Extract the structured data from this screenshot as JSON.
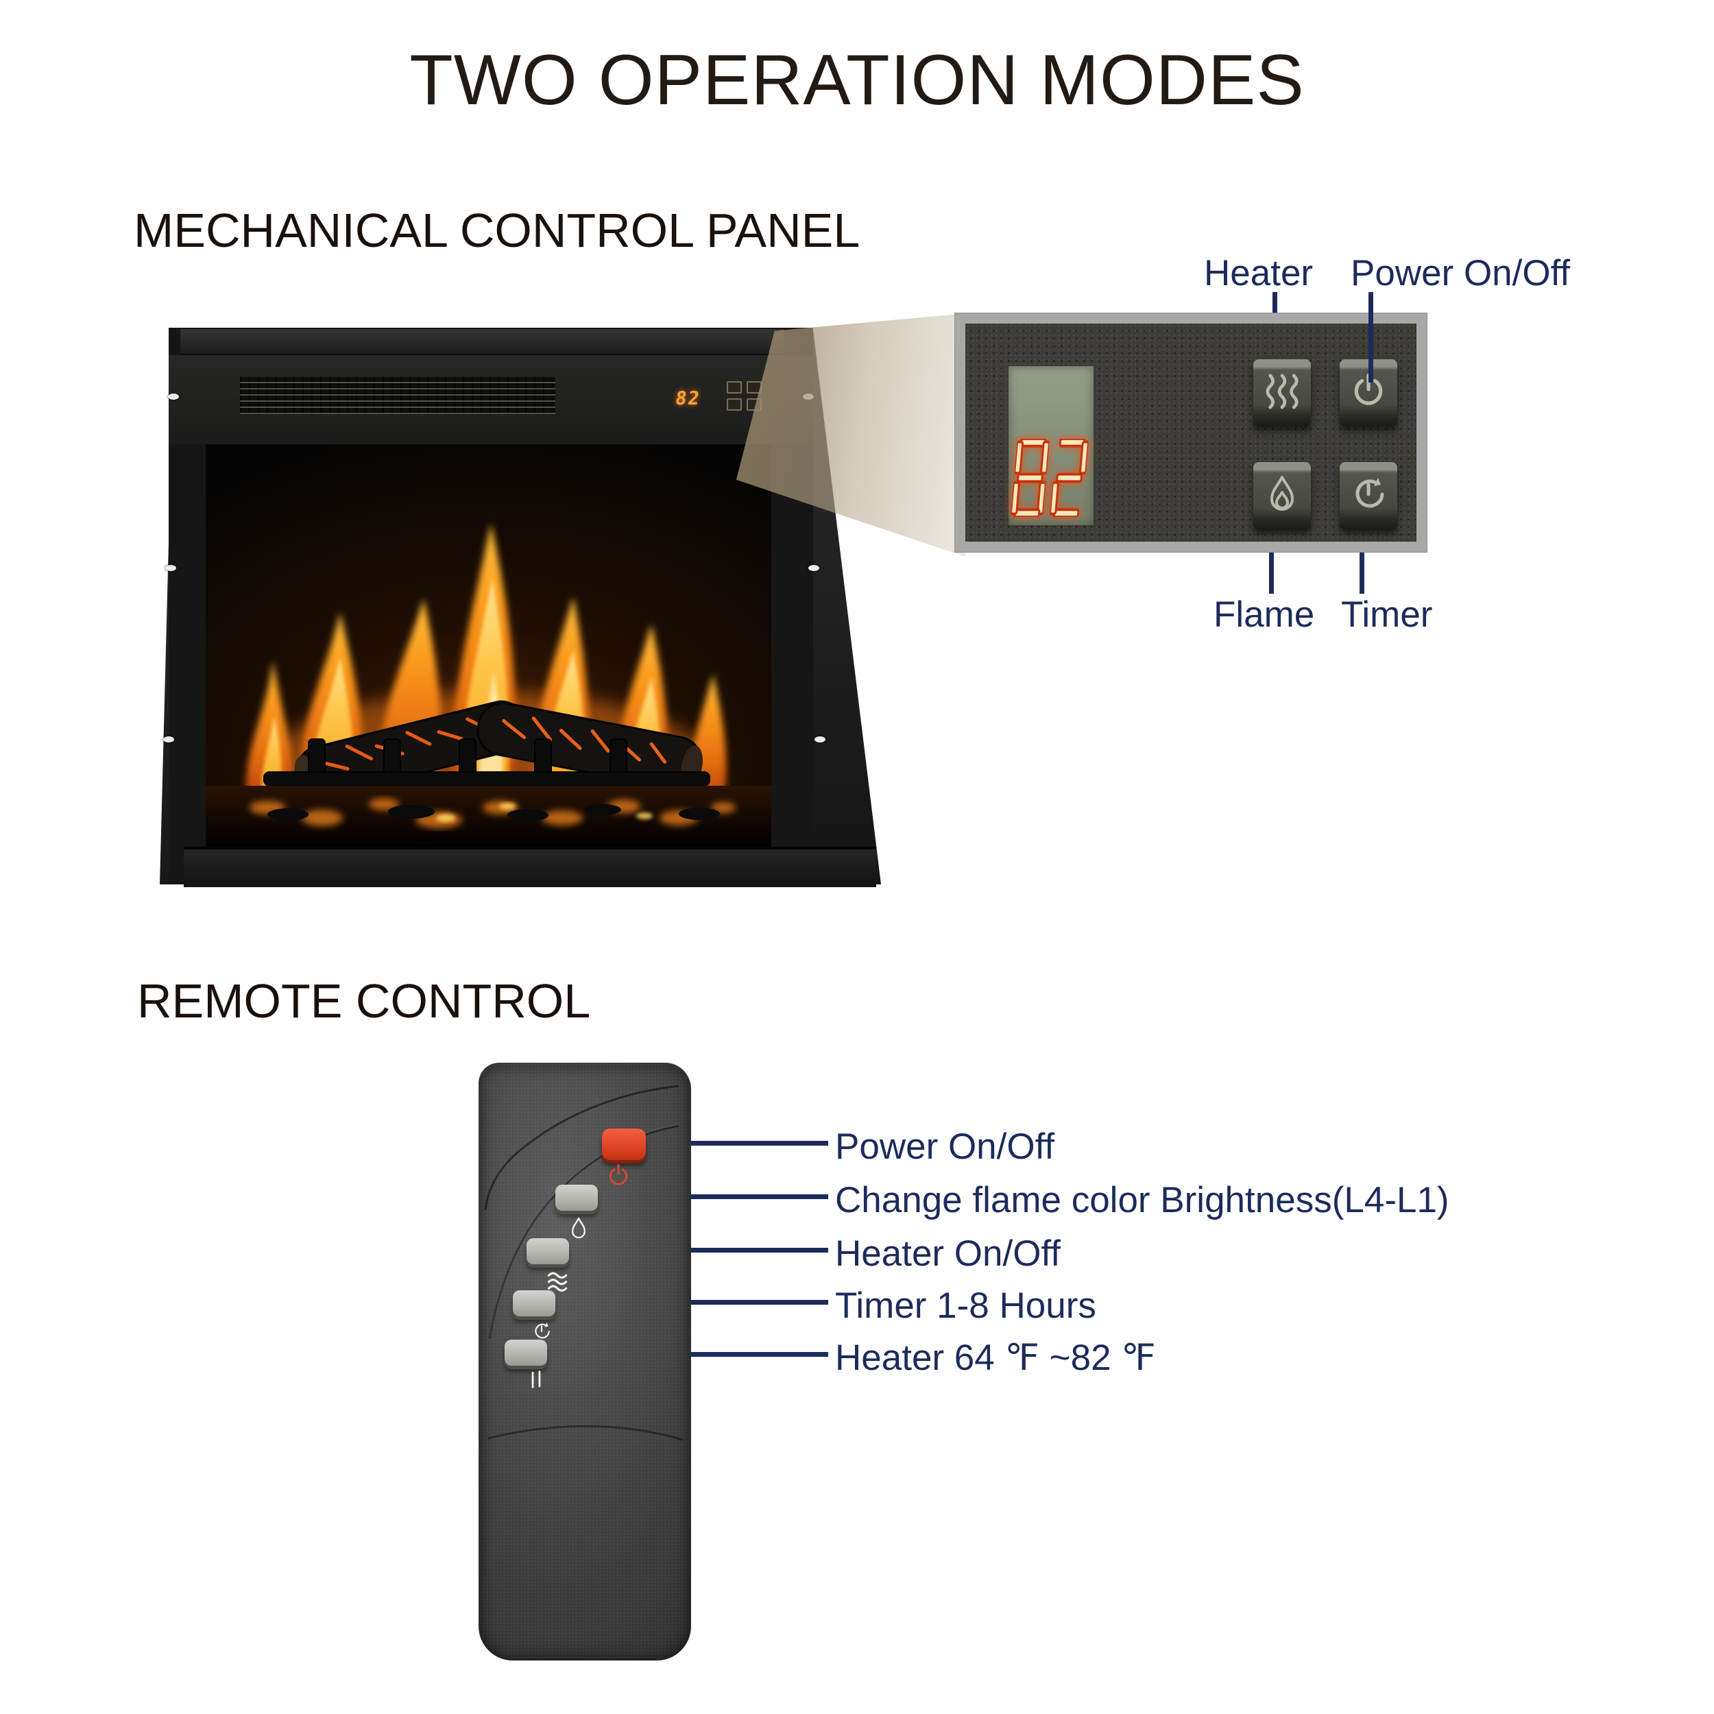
{
  "title": "TWO OPERATION MODES",
  "mechanical_section": {
    "heading": "MECHANICAL CONTROL PANEL"
  },
  "remote_section": {
    "heading": "REMOTE CONTROL"
  },
  "fireplace": {
    "display_value": "82"
  },
  "panel": {
    "display_value": "82",
    "callouts": {
      "heater": "Heater",
      "power": "Power On/Off",
      "flame": "Flame",
      "timer": "Timer"
    },
    "icons": {
      "heater": "heat-waves-icon",
      "power": "power-icon",
      "flame": "flame-icon",
      "timer": "timer-clock-icon"
    }
  },
  "remote": {
    "buttons": {
      "power": {
        "label": "Power On/Off",
        "icon": "power-icon",
        "color": "red"
      },
      "flame_color": {
        "label": "Change flame color Brightness(L4-L1)",
        "icon": "flame-icon",
        "color": "gray"
      },
      "heater": {
        "label": "Heater On/Off",
        "icon": "heat-waves-icon",
        "color": "gray"
      },
      "timer": {
        "label": "Timer 1-8 Hours",
        "icon": "timer-clock-icon",
        "color": "gray"
      },
      "temperature": {
        "label": "Heater 64 ℉ ~82 ℉",
        "icon": "up-down-arrows-icon",
        "color": "gray"
      }
    }
  },
  "colors": {
    "label_navy": "#1c2b5c",
    "panel_border_gray": "#a8a8a8",
    "lcd_green": "#87917b",
    "digit_cream": "#f6e9bd",
    "digit_outline_red": "#c6310b",
    "remote_power_red": "#e04a28",
    "beam_tan": "#a89a7c"
  }
}
